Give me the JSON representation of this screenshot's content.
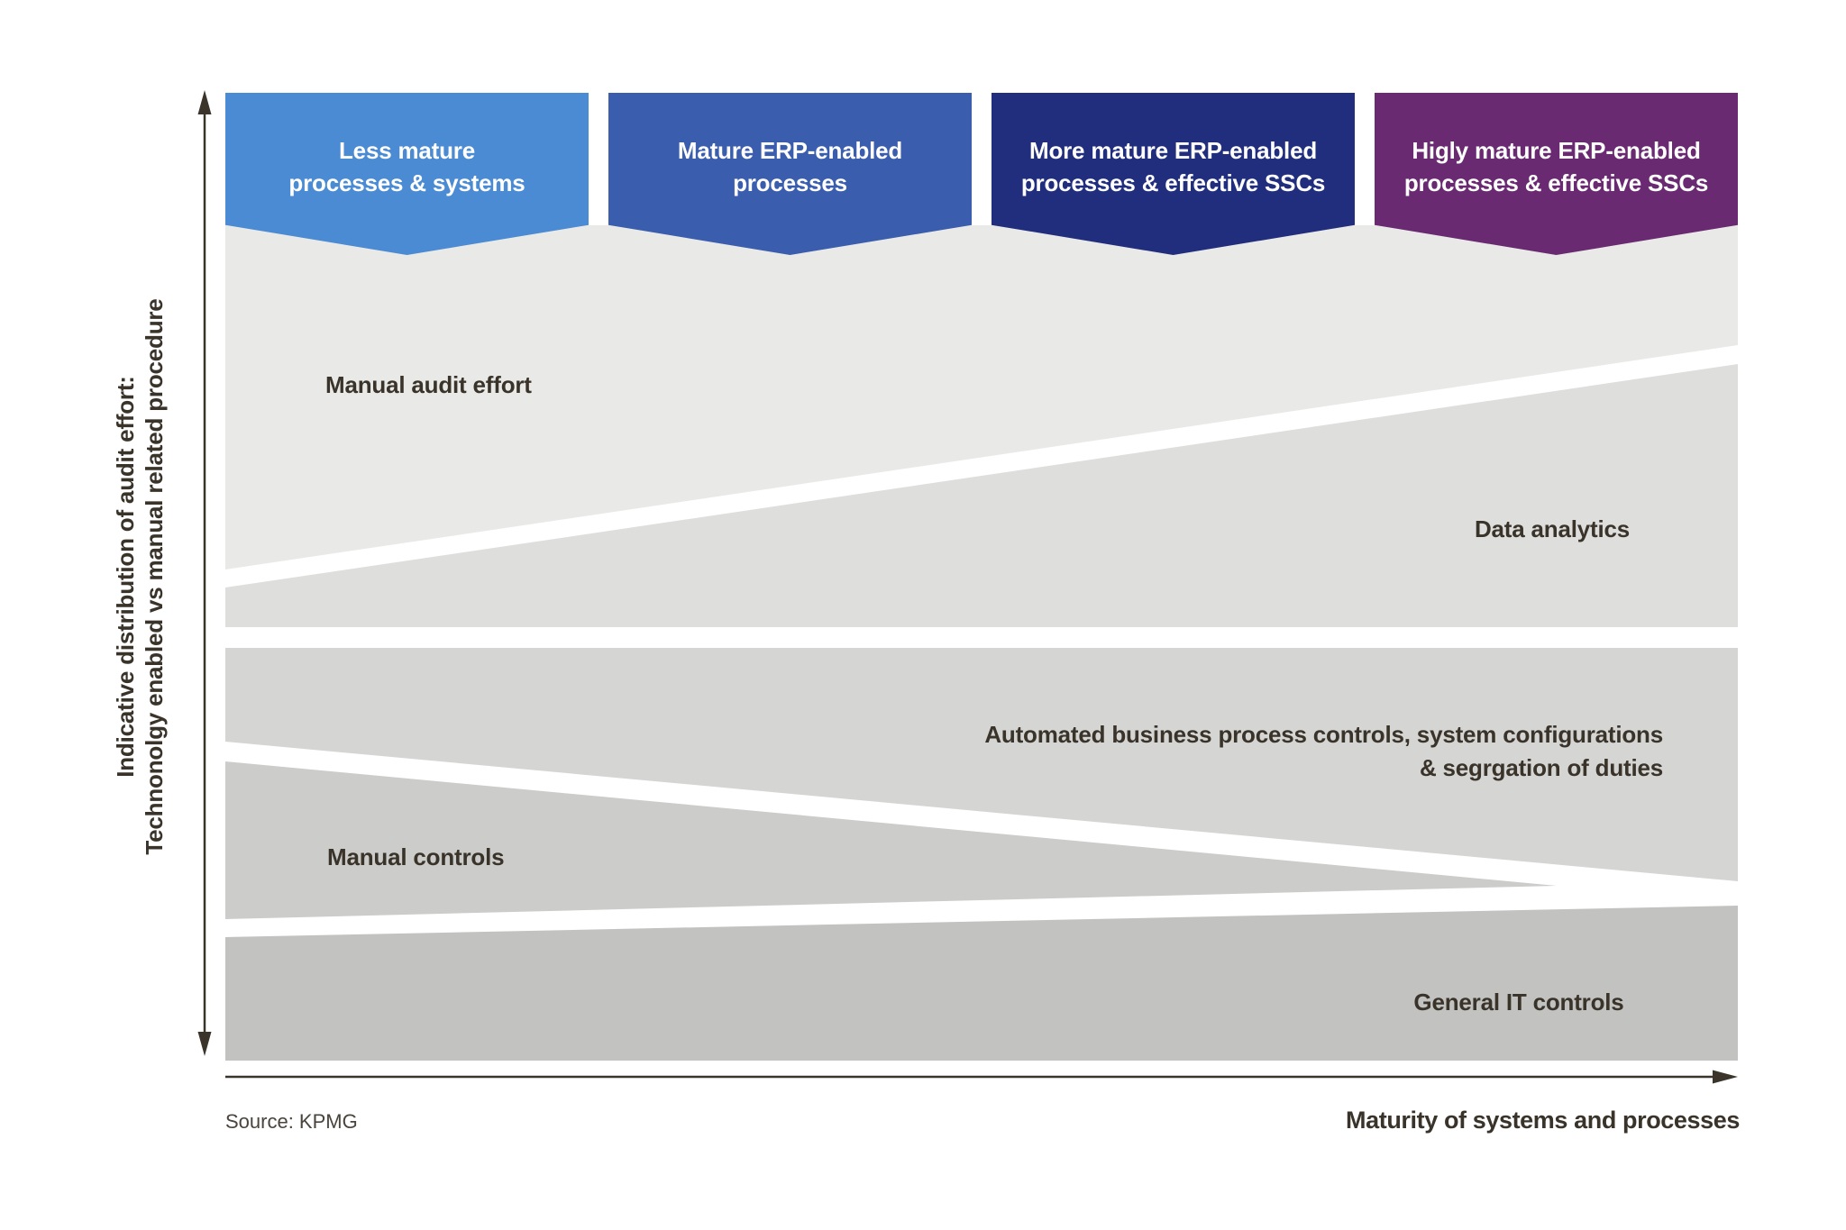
{
  "y_axis": {
    "label_line1": "Indicative distribution of audit effort:",
    "label_line2": "Technonolgy enabled vs manual related procedure"
  },
  "x_axis": {
    "label": "Maturity of systems and processes"
  },
  "source": "Source: KPMG",
  "ink_color": "#39332a",
  "axis_color": "#3a342b",
  "banners": [
    {
      "line1": "Less mature",
      "line2": "processes & systems",
      "color": "#4a8bd3"
    },
    {
      "line1": "Mature ERP-enabled",
      "line2": "processes",
      "color": "#3a5dae"
    },
    {
      "line1": "More mature ERP-enabled",
      "line2": "processes & effective SSCs",
      "color": "#212e7e"
    },
    {
      "line1": "Higly mature ERP-enabled",
      "line2": "processes & effective SSCs",
      "color": "#6a2a72"
    }
  ],
  "regions": [
    {
      "name": "manual-audit-effort",
      "label": "Manual audit effort",
      "color": "#e9e9e8"
    },
    {
      "name": "data-analytics",
      "label": "Data analytics",
      "color": "#dededd"
    },
    {
      "name": "automated-controls",
      "label_line1": "Automated business process controls, system configurations",
      "label_line2": "& segrgation of duties",
      "color": "#d5d5d4"
    },
    {
      "name": "manual-controls",
      "label": "Manual controls",
      "color": "#cccccb"
    },
    {
      "name": "general-it-controls",
      "label": "General IT controls",
      "color": "#c2c2c1"
    }
  ]
}
